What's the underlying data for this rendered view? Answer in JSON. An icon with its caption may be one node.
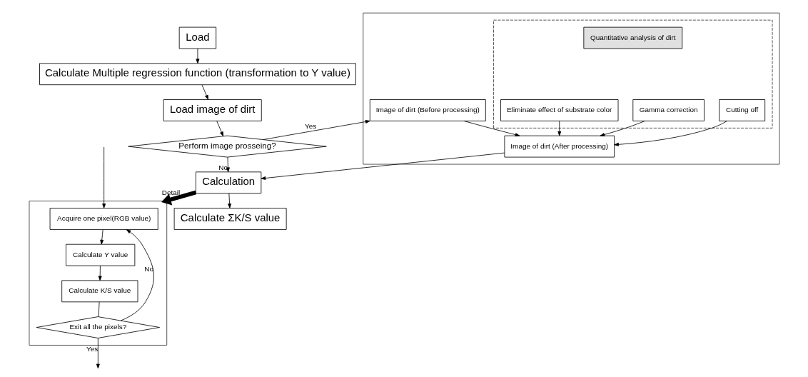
{
  "diagram": {
    "nodes": [
      {
        "text": [],
        "shape": "box"
      },
      {
        "text": [
          "Image of dirt (Before processing)"
        ],
        "in": 0
      },
      {
        "text": [],
        "shape": "box",
        "in": 0
      },
      {
        "text": [
          "Quantitative analysis of dirt"
        ],
        "in": 2
      },
      {
        "text": [
          "Cutting off"
        ],
        "in": 2
      },
      {
        "text": [
          "Gamma correction"
        ],
        "in": 2
      },
      {
        "text": [
          "Eliminate effect of substrate color"
        ],
        "in": 2
      },
      {
        "text": [
          "Image of dirt (After processing)"
        ],
        "in": 0
      },
      {
        "text": [
          "Load"
        ]
      },
      {
        "text": [
          "Calculate Multiple regression function (transformation to Y value)"
        ]
      },
      {
        "text": [
          "Load image of dirt"
        ]
      },
      {
        "text": [
          "Perform image prosseing?"
        ]
      },
      {
        "text": [
          "Calculation"
        ]
      },
      {
        "text": [
          "Calculate ΣK/S value"
        ]
      },
      {
        "text": [],
        "shape": "box"
      },
      {
        "text": [
          "Acquire one pixel(RGB value)"
        ],
        "in": 14
      },
      {
        "text": [
          "Calculate Y value"
        ],
        "in": 14
      },
      {
        "text": [
          "Calculate K/S value"
        ],
        "in": 14
      },
      {
        "text": [
          "Exit all the pixels?"
        ],
        "in": 14
      }
    ],
    "edges": [
      {
        "from": 8,
        "to": 9,
        "arrow": "to"
      },
      {
        "from": 9,
        "to": 10,
        "arrow": "to"
      },
      {
        "from": 10,
        "to": 11,
        "arrow": "to"
      },
      {
        "from": 11,
        "to": 1,
        "arrow": "to",
        "label": "Yes"
      },
      {
        "from": 1,
        "to": 7,
        "arrow": "to"
      },
      {
        "from": 4,
        "to": 7,
        "arrow": "to"
      },
      {
        "from": 5,
        "to": 7,
        "arrow": "to"
      },
      {
        "from": 6,
        "to": 7,
        "arrow": "to"
      },
      {
        "from": 11,
        "to": 12,
        "arrow": "to",
        "label": "No"
      },
      {
        "from": 7,
        "to": 12,
        "arrow": "to"
      },
      {
        "from": 12,
        "to": 13,
        "arrow": "to"
      },
      {
        "from": 12,
        "to": 14,
        "arrow": "to",
        "label": "Detail",
        "style": "thick"
      },
      {
        "from": null,
        "to": 15,
        "arrow": "to"
      },
      {
        "from": 15,
        "to": 16,
        "arrow": "to"
      },
      {
        "from": 16,
        "to": 17,
        "arrow": "to"
      },
      {
        "from": 17,
        "to": 18,
        "arrow": "none"
      },
      {
        "from": 18,
        "to": 15,
        "arrow": "to",
        "label": "No"
      },
      {
        "from": 18,
        "to": null,
        "arrow": "to",
        "label": "Yes"
      }
    ]
  }
}
